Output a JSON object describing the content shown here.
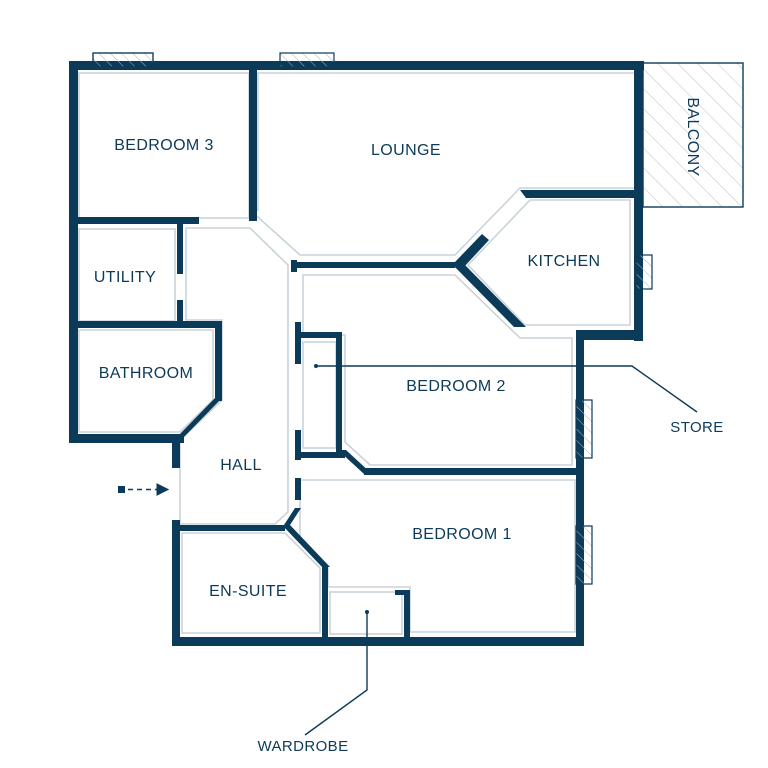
{
  "rooms": {
    "lounge": "LOUNGE",
    "bedroom3": "BEDROOM 3",
    "balcony": "BALCONY",
    "kitchen": "KITCHEN",
    "utility": "UTILITY",
    "bathroom": "BATHROOM",
    "bedroom2": "BEDROOM 2",
    "hall": "HALL",
    "bedroom1": "BEDROOM 1",
    "ensuite": "EN-SUITE"
  },
  "callouts": {
    "store": "STORE",
    "wardrobe": "WARDROBE"
  },
  "colors": {
    "wall": "#0c3a59",
    "inner_line": "#c9d3da"
  },
  "icons": {
    "entrance": "dashed-arrow-right-icon"
  }
}
